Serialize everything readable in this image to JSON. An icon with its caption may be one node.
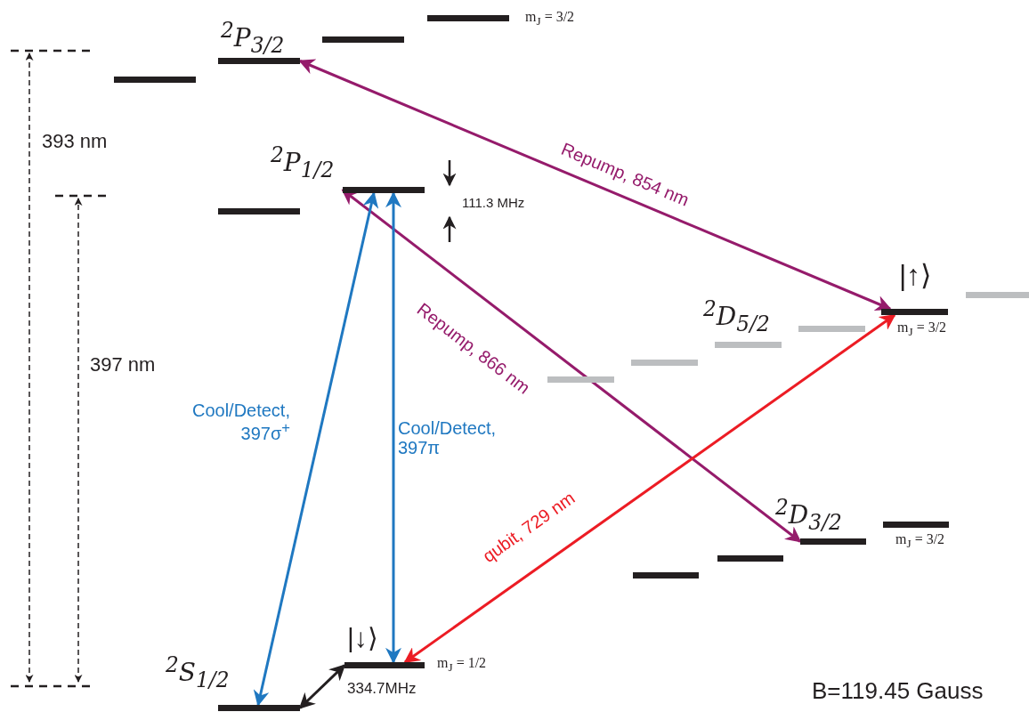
{
  "diagram": {
    "nodes": [
      {
        "text": [],
        "shape": "bar"
      },
      {
        "text": [],
        "shape": "bar"
      },
      {
        "text": [],
        "shape": "bar"
      },
      {
        "text": [],
        "shape": "bar",
        "beside": [
          "m$_{J}$  = 3/2"
        ]
      },
      {
        "text": [],
        "shape": "bar"
      },
      {
        "text": [],
        "shape": "bar"
      },
      {
        "text": [],
        "shape": "bar"
      },
      {
        "text": [],
        "shape": "bar"
      },
      {
        "text": [],
        "shape": "bar"
      },
      {
        "text": [],
        "shape": "bar"
      },
      {
        "text": [],
        "shape": "bar",
        "beside": [
          "|↑⟩",
          "m$_{J}$  = 3/2"
        ]
      },
      {
        "text": [],
        "shape": "bar"
      },
      {
        "text": [],
        "shape": "bar"
      },
      {
        "text": [],
        "shape": "bar"
      },
      {
        "text": [],
        "shape": "bar"
      },
      {
        "text": [],
        "shape": "bar",
        "beside": [
          "m$_{J}$  = 3/2"
        ]
      },
      {
        "text": [],
        "shape": "bar"
      },
      {
        "text": [],
        "shape": "bar",
        "beside": [
          "|↓⟩",
          "m$_{J}$  = 1/2"
        ]
      }
    ],
    "edges": [
      {
        "from": 10,
        "to": 1,
        "arrow": "both",
        "label": "Repump, 854 nm",
        "color": "#951b6b"
      },
      {
        "from": 5,
        "to": 14,
        "arrow": "both",
        "label": "Repump, 866 nm",
        "color": "#951b6b"
      },
      {
        "from": 16,
        "to": 5,
        "arrow": "both",
        "label": "Cool/Detect, 397σ$^{+}$",
        "color": "#1f78c1"
      },
      {
        "from": 17,
        "to": 5,
        "arrow": "both",
        "label": "Cool/Detect, 397π",
        "color": "#1f78c1"
      },
      {
        "from": 17,
        "to": 10,
        "arrow": "both",
        "label": "qubit, 729 nm",
        "color": "#ec1c24"
      },
      {
        "from": 16,
        "to": 17,
        "arrow": "both",
        "label": "334.7MHz",
        "color": "#231f20"
      }
    ],
    "labels": [
      "$^{2}$P$_{3/2}$",
      "393 nm",
      "$^{2}$P$_{1/2}$",
      "111.3  MHz",
      "$^{2}$D$_{5/2}$",
      "397 nm",
      "$^{2}$D$_{3/2}$",
      "$^{2}$S$_{1/2}$",
      "B=119.45 Gauss"
    ]
  }
}
